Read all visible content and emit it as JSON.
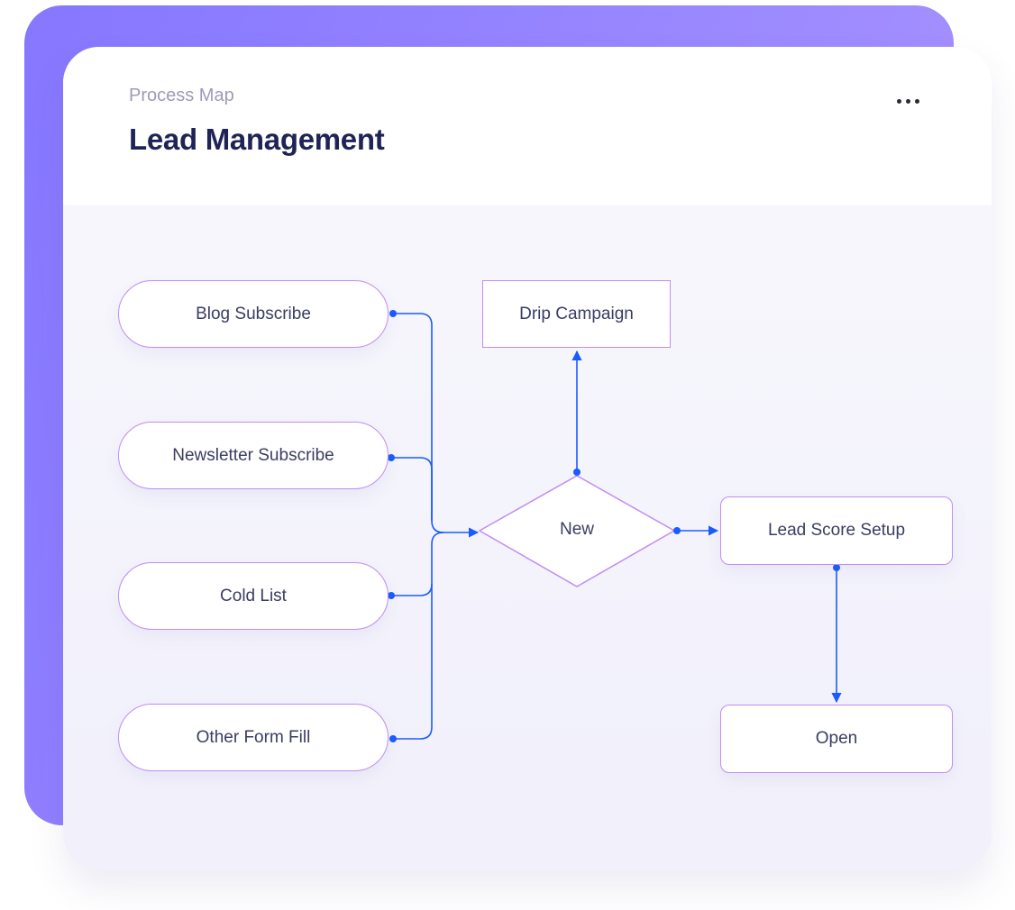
{
  "header": {
    "subtitle": "Process Map",
    "title": "Lead Management",
    "menu_icon": "more-horizontal-icon"
  },
  "diagram": {
    "sources": [
      {
        "label": "Blog Subscribe"
      },
      {
        "label": "Newsletter Subscribe"
      },
      {
        "label": "Cold List"
      },
      {
        "label": "Other Form Fill"
      }
    ],
    "decision": {
      "label": "New"
    },
    "drip": {
      "label": "Drip Campaign"
    },
    "lead_score": {
      "label": "Lead Score Setup"
    },
    "open": {
      "label": "Open"
    },
    "edges": [
      {
        "from": "Blog Subscribe",
        "to": "New"
      },
      {
        "from": "Newsletter Subscribe",
        "to": "New"
      },
      {
        "from": "Cold List",
        "to": "New"
      },
      {
        "from": "Other Form Fill",
        "to": "New"
      },
      {
        "from": "New",
        "to": "Drip Campaign"
      },
      {
        "from": "New",
        "to": "Lead Score Setup"
      },
      {
        "from": "Lead Score Setup",
        "to": "Open"
      }
    ]
  },
  "colors": {
    "accent_gradient_start": "#8677ff",
    "accent_gradient_end": "#ab95ff",
    "node_border": "#c38bf5",
    "connector": "#1a5cff",
    "title": "#1f2356"
  }
}
